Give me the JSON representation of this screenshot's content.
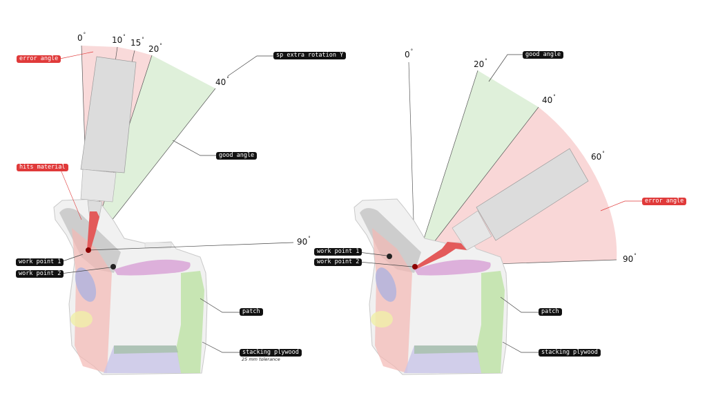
{
  "colors": {
    "error": "#f7c9c9",
    "good": "#d8efd3",
    "tag_red": "#e03a3a",
    "tag_dark": "#111111",
    "tool": "#dcdcdc",
    "tip": "#e35a5a"
  },
  "left": {
    "degrees": [
      "0",
      "10",
      "15",
      "20",
      "40",
      "90"
    ],
    "degree_symbol": "°",
    "labels": {
      "error_angle": "error angle",
      "sp_rotation": "sp extra rotation Y",
      "good_angle": "good angle",
      "hits_material": "hits material",
      "work_point_1": "work point 1",
      "work_point_2": "work point 2",
      "patch": "patch",
      "stacking_plywood": "stacking plywood",
      "tolerance": "25 mm tolerance"
    }
  },
  "right": {
    "degrees": [
      "0",
      "20",
      "40",
      "60",
      "90"
    ],
    "degree_symbol": "°",
    "labels": {
      "good_angle": "good angle",
      "error_angle": "error angle",
      "work_point_1": "work point 1",
      "work_point_2": "work point 2",
      "patch": "patch",
      "stacking_plywood": "stacking plywood"
    }
  }
}
